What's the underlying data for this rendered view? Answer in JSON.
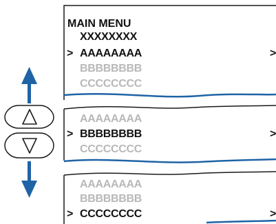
{
  "colors": {
    "accent_blue": "#1f63a6",
    "inactive_gray": "#b8b8b8",
    "text_black": "#111111",
    "outline": "#1a1a1a"
  },
  "header": {
    "title": "MAIN MENU",
    "subtitle": "XXXXXXXX"
  },
  "screens": [
    {
      "items": [
        {
          "cursor": ">",
          "label": "AAAAAAAA",
          "active": true,
          "arrow": ">"
        },
        {
          "label": "BBBBBBBB",
          "active": false
        },
        {
          "label": "CCCCCCCC",
          "active": false
        }
      ]
    },
    {
      "items": [
        {
          "label": "AAAAAAAA",
          "active": false
        },
        {
          "cursor": ">",
          "label": "BBBBBBBB",
          "active": true,
          "arrow": ">"
        },
        {
          "label": "CCCCCCCC",
          "active": false
        }
      ]
    },
    {
      "items": [
        {
          "label": "AAAAAAAA",
          "active": false
        },
        {
          "label": "BBBBBBBB",
          "active": false
        },
        {
          "cursor": ">",
          "label": "CCCCCCCC",
          "active": true,
          "arrow": ">"
        }
      ]
    }
  ],
  "controls": {
    "up_button_icon": "triangle-up",
    "down_button_icon": "triangle-down",
    "up_arrow_icon": "arrow-up",
    "down_arrow_icon": "arrow-down"
  }
}
